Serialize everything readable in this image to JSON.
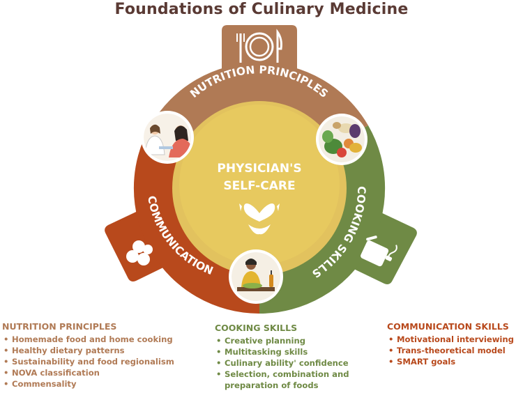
{
  "title": "Foundations of Culinary Medicine",
  "colors": {
    "nutrition": "#b07a55",
    "cooking": "#6f8a45",
    "communication": "#b8491c",
    "center": "#e2c25e",
    "center_inner": "#e7c95f",
    "title": "#5a3a34"
  },
  "diagram": {
    "center_label_line1": "PHYSICIAN'S",
    "center_label_line2": "SELF-CARE",
    "center_icon": "hands-heart-icon",
    "segments": [
      {
        "id": "nutrition",
        "label": "NUTRITION PRINCIPLES",
        "icon": "plate-fork-knife-icon",
        "photo": "healthy-food-plate-icon"
      },
      {
        "id": "cooking",
        "label": "COOKING SKILLS",
        "icon": "cooking-pot-icon",
        "photo": "woman-cooking-icon"
      },
      {
        "id": "communication",
        "label": "COMMUNICATION",
        "icon": "people-group-icon",
        "photo": "doctor-patient-icon"
      }
    ]
  },
  "lists": {
    "nutrition": {
      "heading": "NUTRITION PRINCIPLES",
      "items": [
        "Homemade food and home cooking",
        "Healthy dietary patterns",
        "Sustainability and food regionalism",
        "NOVA classification",
        "Commensality"
      ]
    },
    "cooking": {
      "heading": "COOKING SKILLS",
      "items": [
        "Creative planning",
        "Multitasking skills",
        "Culinary ability' confidence",
        "Selection, combination and preparation of foods"
      ]
    },
    "communication": {
      "heading": "COMMUNICATION SKILLS",
      "items": [
        "Motivational interviewing",
        "Trans-theoretical model",
        "SMART goals"
      ]
    }
  }
}
